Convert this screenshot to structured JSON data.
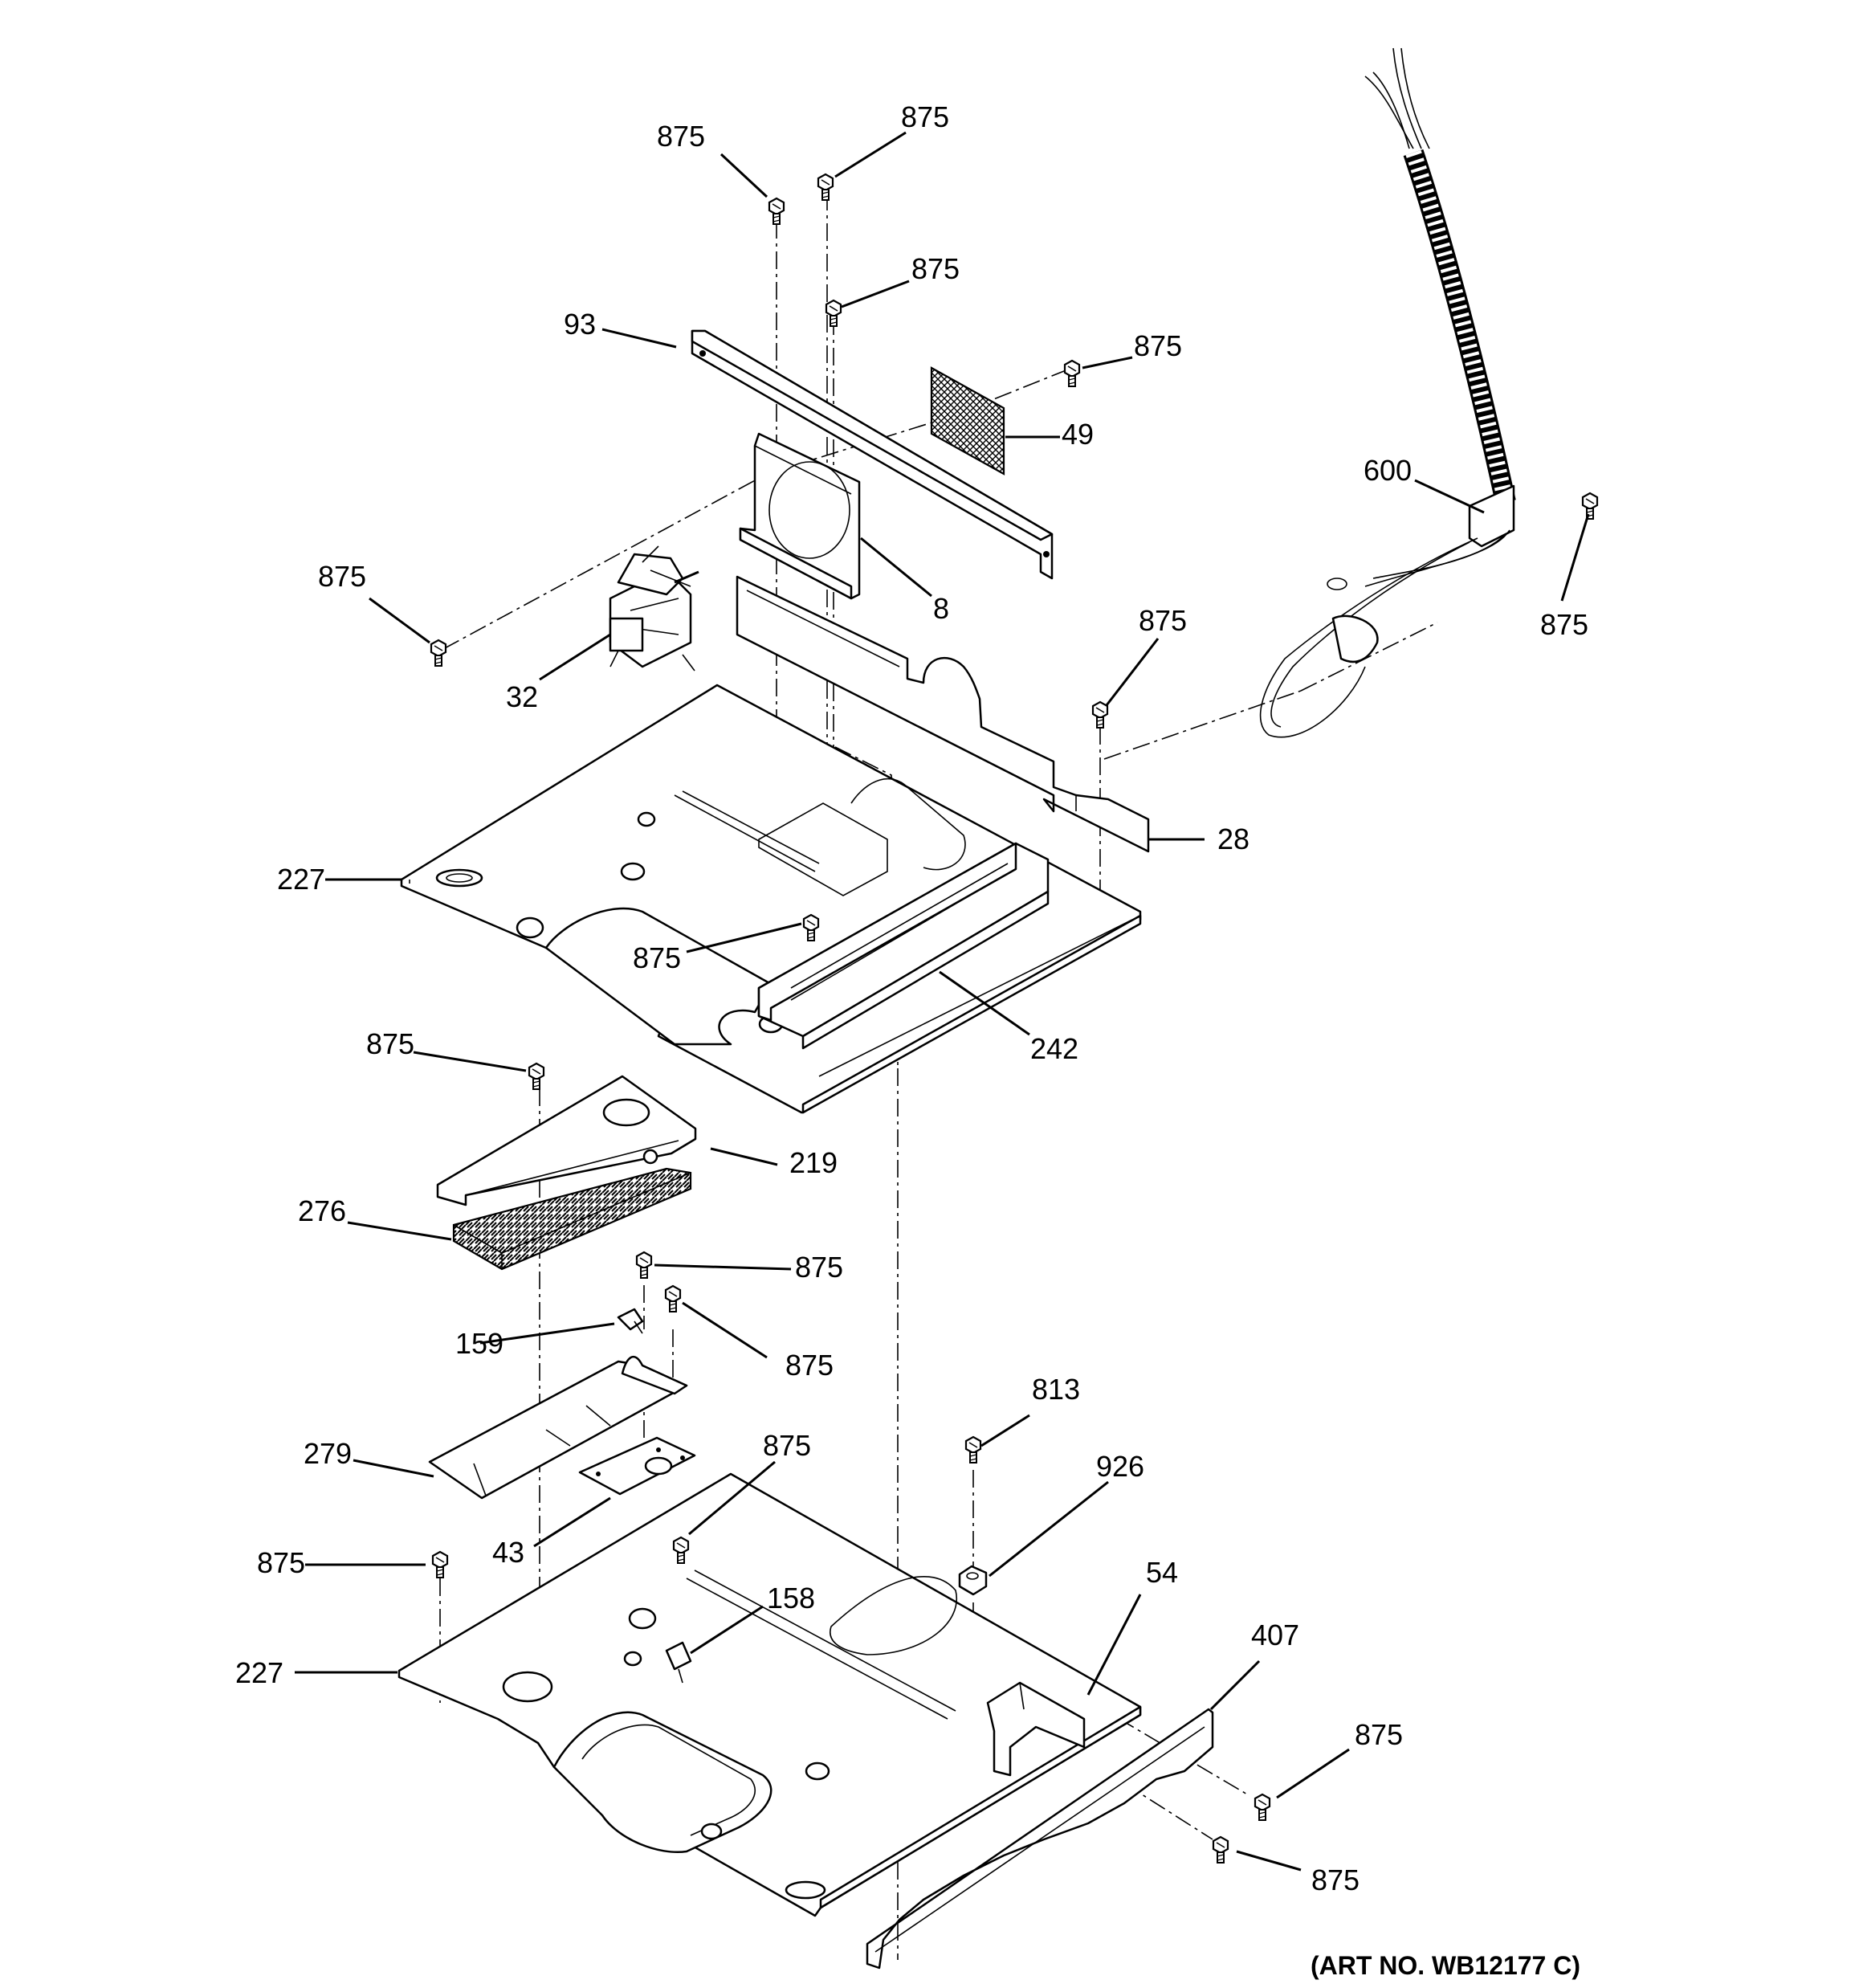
{
  "art_number": "(ART NO. WB12177 C)",
  "callouts": {
    "p93": "93",
    "p49": "49",
    "p8": "8",
    "p32": "32",
    "p28": "28",
    "p227": "227",
    "p242": "242",
    "p600": "600",
    "p219": "219",
    "p276": "276",
    "p159": "159",
    "p279": "279",
    "p43": "43",
    "p158": "158",
    "p813": "813",
    "p926": "926",
    "p54": "54",
    "p407": "407",
    "screw": "875"
  },
  "icons": {
    "screw": "screw-icon"
  }
}
